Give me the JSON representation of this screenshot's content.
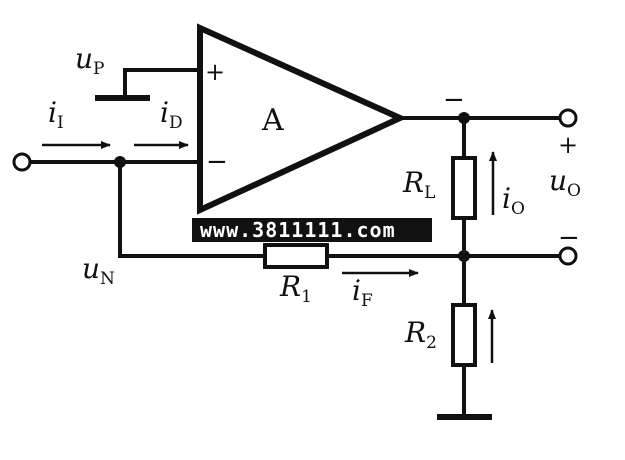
{
  "labels": {
    "opamp": "A",
    "uP": {
      "main": "u",
      "sub": "P"
    },
    "iI": {
      "main": "i",
      "sub": "I"
    },
    "iD": {
      "main": "i",
      "sub": "D"
    },
    "uN": {
      "main": "u",
      "sub": "N"
    },
    "RL": {
      "main": "R",
      "sub": "L"
    },
    "iO": {
      "main": "i",
      "sub": "O"
    },
    "uO": {
      "main": "u",
      "sub": "O"
    },
    "R1": {
      "main": "R",
      "sub": "1"
    },
    "iF": {
      "main": "i",
      "sub": "F"
    },
    "R2": {
      "main": "R",
      "sub": "2"
    }
  },
  "signs": {
    "opamp_plus": "+",
    "opamp_minus": "−",
    "out_top_minus": "−",
    "out_plus": "+",
    "out_bottom_minus": "−"
  },
  "watermark": "www.3811111.com"
}
